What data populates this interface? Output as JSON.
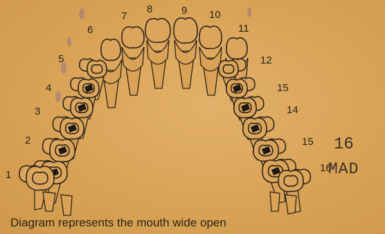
{
  "diagram": {
    "upper_arch_numbers": {
      "n1": "1",
      "n2": "2",
      "n3": "3",
      "n4": "4",
      "n5": "5",
      "n6": "6",
      "n7": "7",
      "n8": "8",
      "n9": "9",
      "n10": "10",
      "n11": "11"
    },
    "right_side_numbers": {
      "n12": "12",
      "n15a": "15",
      "n14": "14",
      "n15b": "15",
      "n16": "16"
    },
    "stamp": {
      "number": "16",
      "initials": "MAD"
    },
    "caption": "Diagram represents the mouth wide open"
  }
}
